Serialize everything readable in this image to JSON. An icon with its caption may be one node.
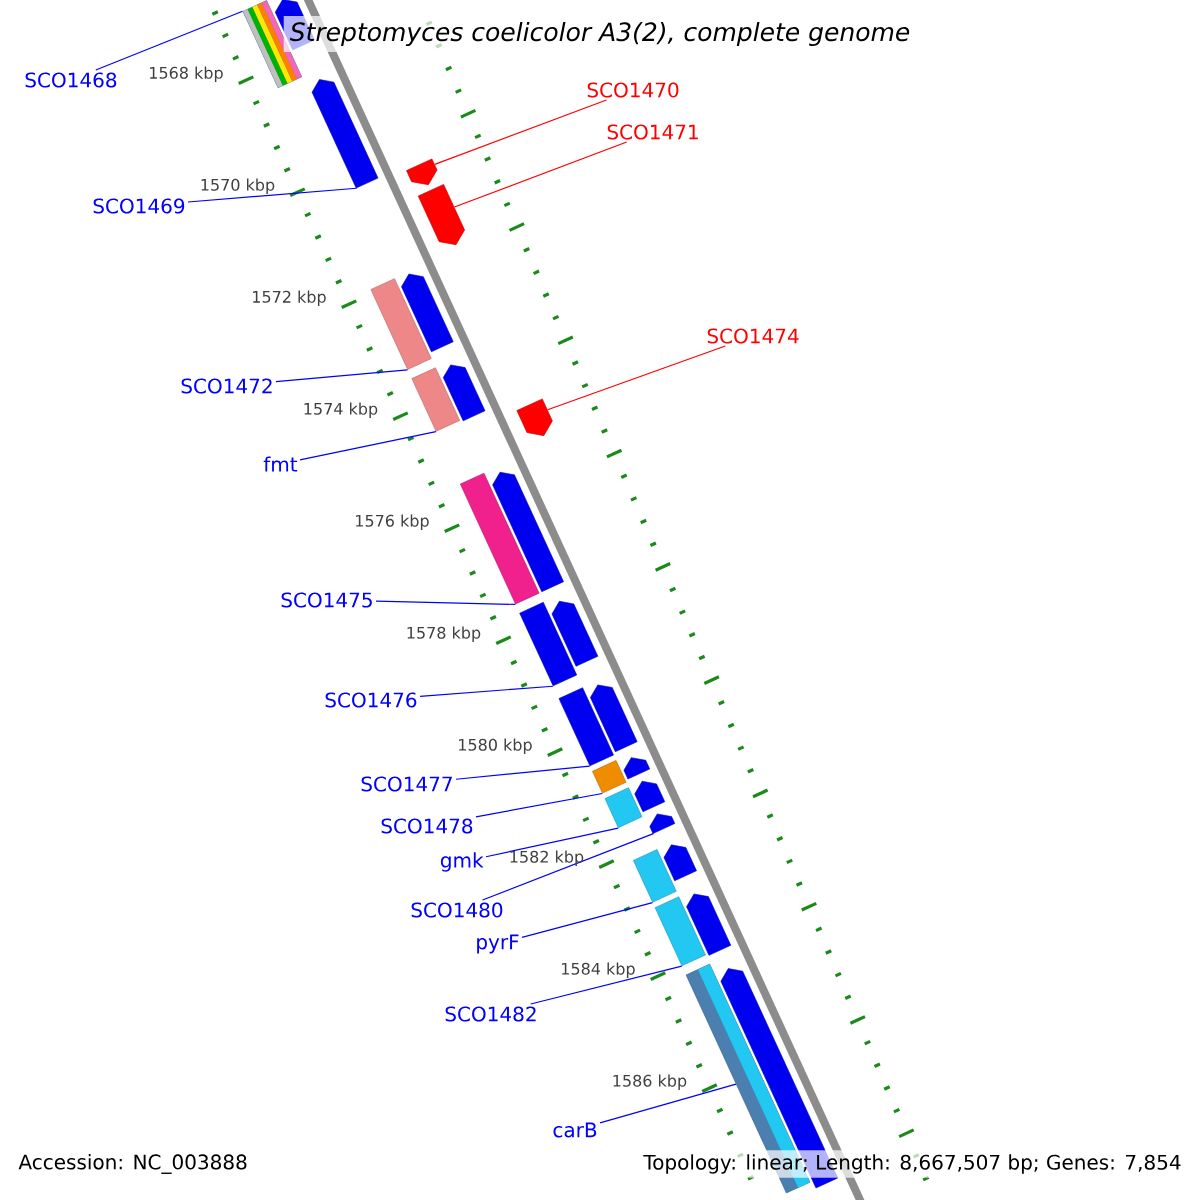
{
  "diagram": {
    "title": "Streptomyces coelicolor A3(2), complete genome",
    "nodes": [
      {
        "text": [
          "SCO1468"
        ]
      },
      {
        "text": [
          "SCO1470"
        ]
      },
      {
        "text": [
          "SCO1471"
        ]
      },
      {
        "text": [
          "SCO1469"
        ]
      },
      {
        "text": [
          "SCO1474"
        ]
      },
      {
        "text": [
          "SCO1472"
        ]
      },
      {
        "text": [
          "fmt"
        ]
      },
      {
        "text": [
          "SCO1475"
        ]
      },
      {
        "text": [
          "SCO1476"
        ]
      },
      {
        "text": [
          "SCO1477"
        ]
      },
      {
        "text": [
          "SCO1478"
        ]
      },
      {
        "text": [
          "gmk"
        ]
      },
      {
        "text": [
          "SCO1480"
        ]
      },
      {
        "text": [
          "pyrF"
        ]
      },
      {
        "text": [
          "SCO1482"
        ]
      },
      {
        "text": [
          "carB"
        ]
      },
      {
        "text": [],
        "shape": "bar"
      },
      {
        "text": [],
        "shape": "pentagon"
      },
      {
        "text": [],
        "shape": "pentagon"
      },
      {
        "text": [],
        "shape": "pentagon"
      },
      {
        "text": [],
        "shape": "pentagon"
      },
      {
        "text": [],
        "shape": "bar"
      },
      {
        "text": [],
        "shape": "pentagon"
      },
      {
        "text": [],
        "shape": "bar"
      },
      {
        "text": [],
        "shape": "pentagon"
      },
      {
        "text": [],
        "shape": "pentagon"
      },
      {
        "text": [],
        "shape": "bar"
      },
      {
        "text": [],
        "shape": "pentagon"
      },
      {
        "text": [],
        "shape": "bar"
      },
      {
        "text": [],
        "shape": "pentagon"
      },
      {
        "text": [],
        "shape": "bar"
      },
      {
        "text": [],
        "shape": "pentagon"
      },
      {
        "text": [],
        "shape": "bar"
      },
      {
        "text": [],
        "shape": "pentagon"
      },
      {
        "text": [],
        "shape": "bar"
      },
      {
        "text": [],
        "shape": "pentagon"
      },
      {
        "text": [],
        "shape": "pentagon"
      },
      {
        "text": [],
        "shape": "bar"
      },
      {
        "text": [],
        "shape": "pentagon"
      },
      {
        "text": [],
        "shape": "bar"
      },
      {
        "text": [],
        "shape": "pentagon"
      },
      {
        "text": [],
        "shape": "bar"
      },
      {
        "text": [],
        "shape": "pentagon"
      }
    ],
    "edges": [
      {
        "from": 0,
        "to": 16,
        "arrow": "none"
      },
      {
        "from": 1,
        "to": 19,
        "arrow": "none",
        "color": "#ff0000"
      },
      {
        "from": 2,
        "to": 20,
        "arrow": "none",
        "color": "#ff0000"
      },
      {
        "from": 3,
        "to": 18,
        "arrow": "none"
      },
      {
        "from": 4,
        "to": 25,
        "arrow": "none",
        "color": "#ff0000"
      },
      {
        "from": 5,
        "to": 21,
        "arrow": "none"
      },
      {
        "from": 6,
        "to": 23,
        "arrow": "none"
      },
      {
        "from": 7,
        "to": 26,
        "arrow": "none"
      },
      {
        "from": 8,
        "to": 28,
        "arrow": "none"
      },
      {
        "from": 9,
        "to": 30,
        "arrow": "none"
      },
      {
        "from": 10,
        "to": 32,
        "arrow": "none"
      },
      {
        "from": 11,
        "to": 34,
        "arrow": "none"
      },
      {
        "from": 12,
        "to": 36,
        "arrow": "none"
      },
      {
        "from": 13,
        "to": 37,
        "arrow": "none"
      },
      {
        "from": 14,
        "to": 39,
        "arrow": "none"
      },
      {
        "from": 15,
        "to": 41,
        "arrow": "none"
      }
    ],
    "labels": [
      "1568 kbp",
      "1570 kbp",
      "1572 kbp",
      "1574 kbp",
      "1576 kbp",
      "1578 kbp",
      "1580 kbp",
      "1582 kbp",
      "1584 kbp",
      "1586 kbp",
      "Accession: NC_003888",
      "Topology: linear; Length: 8,667,507 bp; Genes: 7,854"
    ]
  }
}
